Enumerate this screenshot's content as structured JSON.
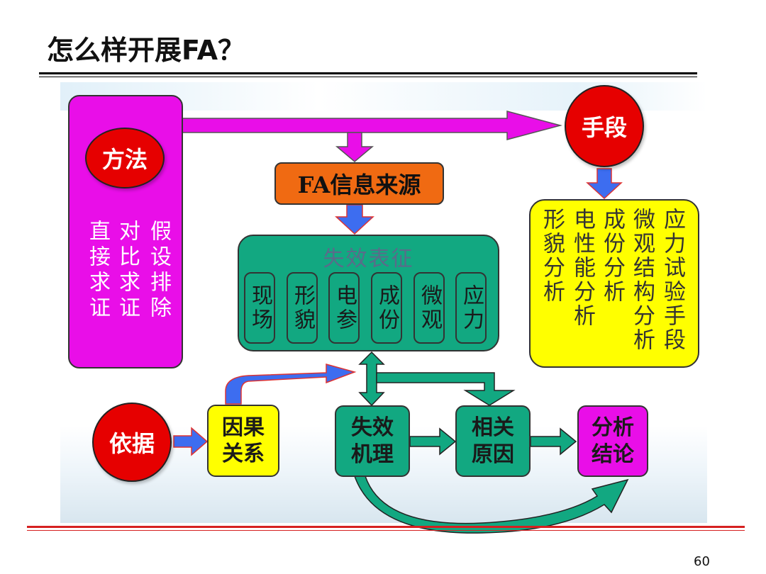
{
  "title": "怎么样开展FA？",
  "page_number": "60",
  "method": {
    "circle_label": "方法",
    "columns": [
      "直接求证",
      "对比求证",
      "假设排除"
    ]
  },
  "means": {
    "circle_label": "手段",
    "columns": [
      "形貌分析",
      "电性能分析",
      "成份分析",
      "微观结构分析",
      "应力试验手段"
    ]
  },
  "info_source": "FA信息来源",
  "failure_features": {
    "header": "失效表征",
    "items": [
      "现场",
      "形貌",
      "电参",
      "成份",
      "微观",
      "应力"
    ]
  },
  "basis": {
    "circle_label": "依据"
  },
  "flow": {
    "causality": "因果关系",
    "mechanism": "失效机理",
    "cause": "相关原因",
    "conclusion": "分析结论"
  },
  "colors": {
    "magenta": "#e90ee8",
    "red": "#e60000",
    "orange": "#f06a12",
    "teal": "#12a881",
    "yellow": "#ffff00",
    "arrow_blue": "#3d6df0"
  }
}
